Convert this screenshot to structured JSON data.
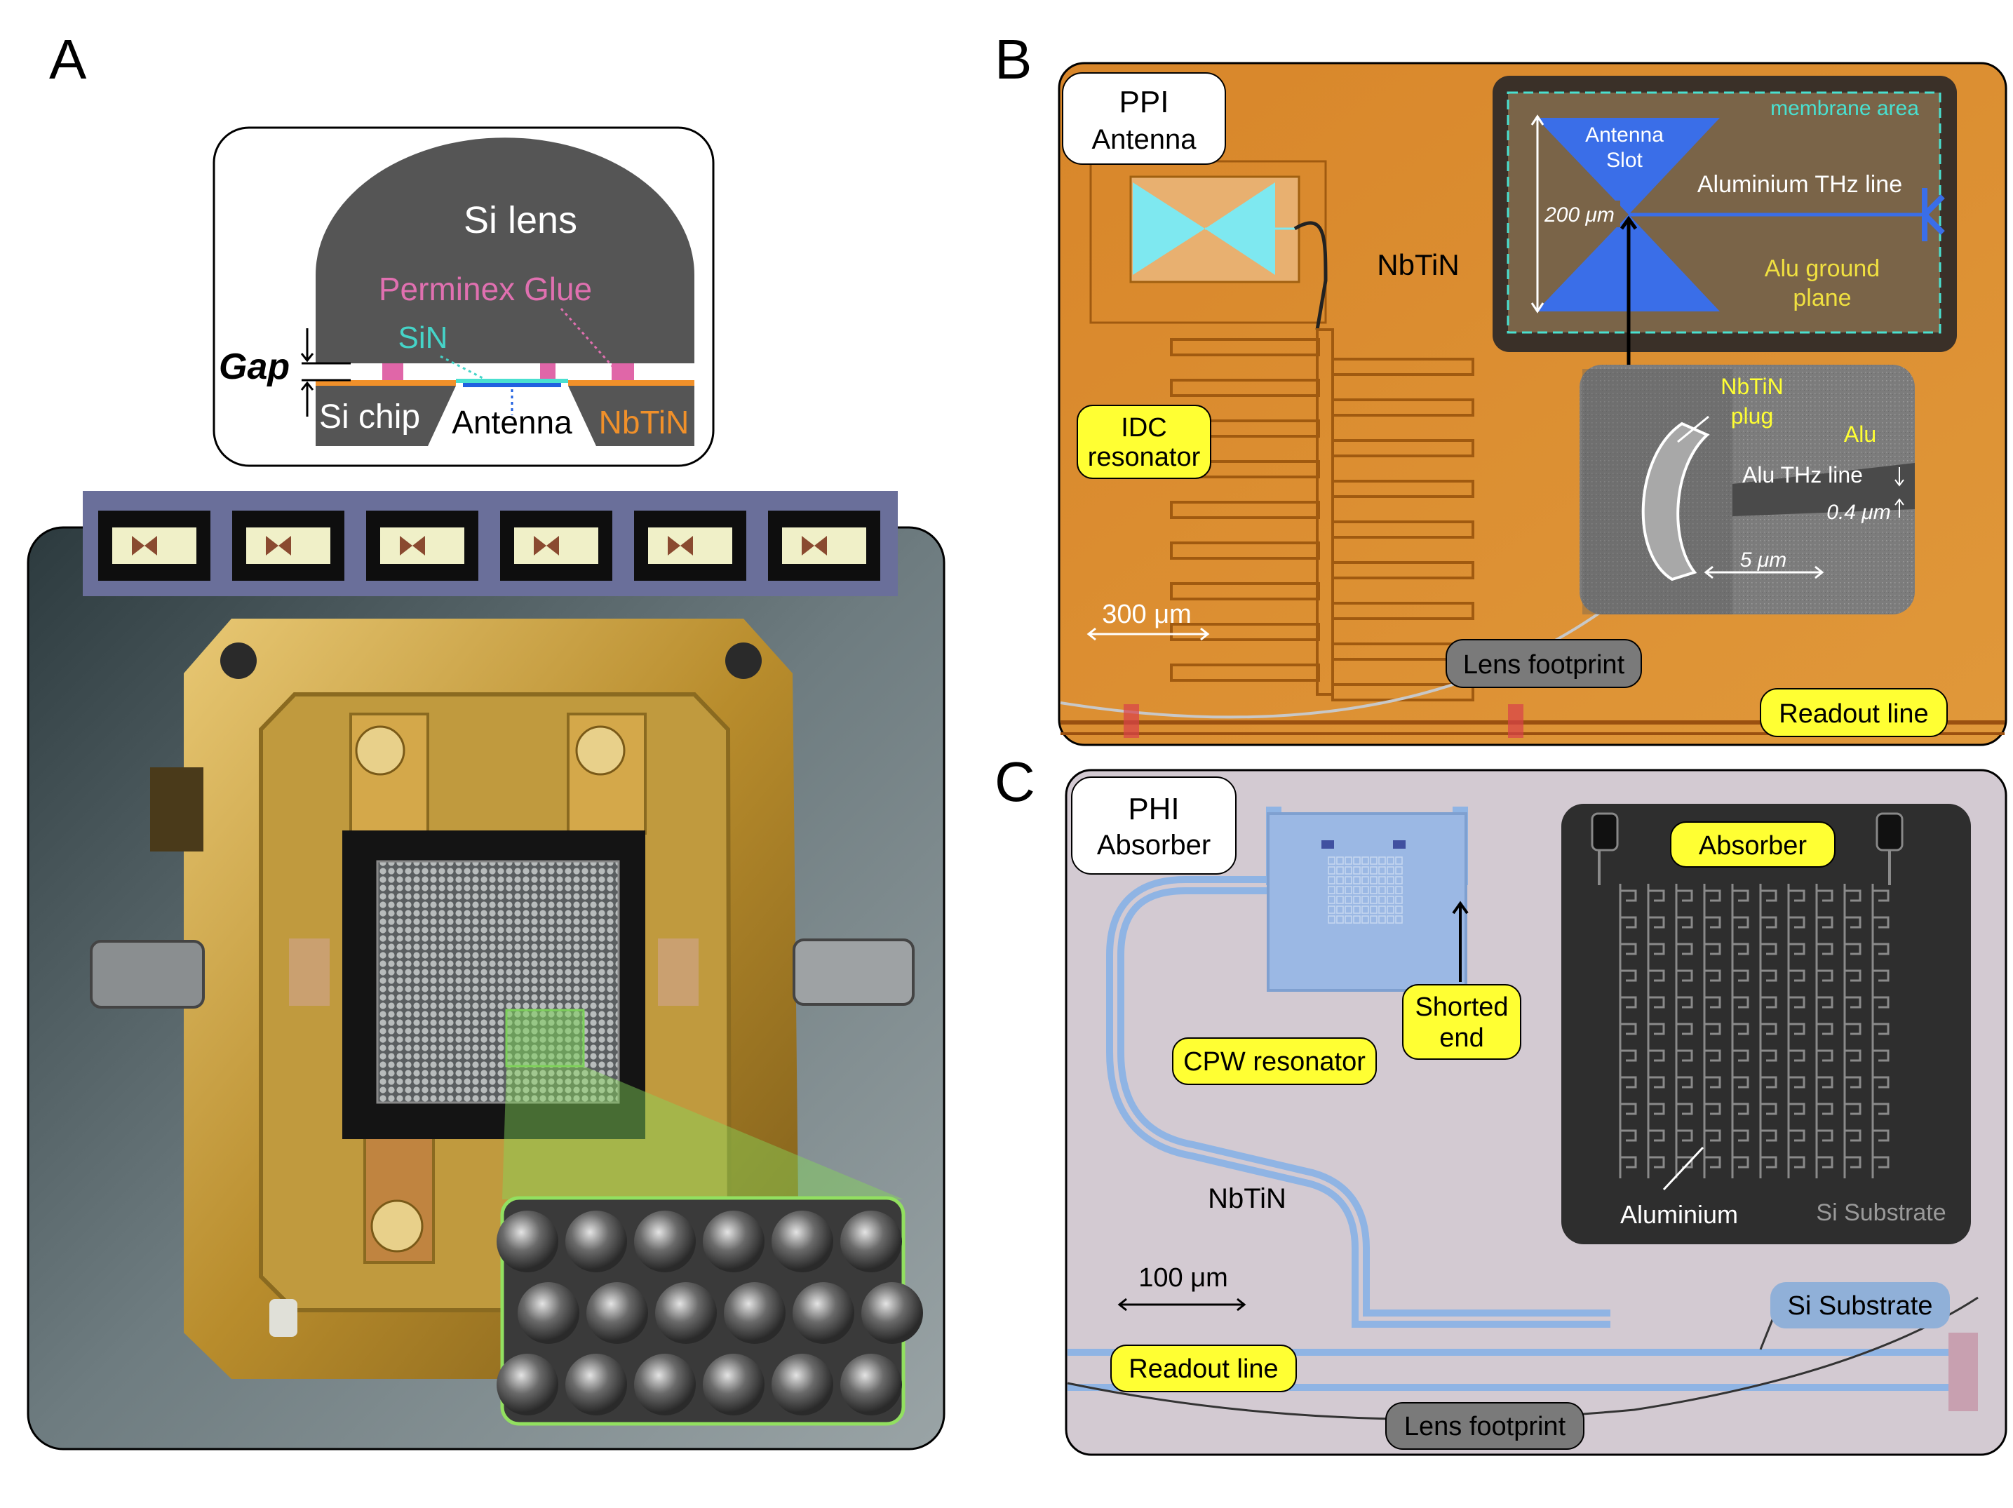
{
  "panel_letters": {
    "a": "A",
    "b": "B",
    "c": "C"
  },
  "panel_a": {
    "schematic": {
      "si_lens": "Si lens",
      "glue": "Perminex Glue",
      "sin": "SiN",
      "gap": "Gap",
      "si_chip": "Si chip",
      "antenna": "Antenna",
      "nbtin": "NbTiN"
    },
    "colors": {
      "glue": "#e066a8",
      "sin": "#49e0d0",
      "nbtin": "#f0902a",
      "antenna": "#2060e0",
      "lens": "#555555"
    }
  },
  "panel_b": {
    "tag_line1": "PPI",
    "tag_line2": "Antenna",
    "nbtin": "NbTiN",
    "idc_line1": "IDC",
    "idc_line2": "resonator",
    "scale": "300 μm",
    "lens_footprint": "Lens footprint",
    "readout": "Readout line",
    "inset_top": {
      "membrane": "membrane area",
      "antenna_l1": "Antenna",
      "antenna_l2": "Slot",
      "dim": "200 μm",
      "thz_line": "Aluminium THz line",
      "ground_l1": "Alu ground",
      "ground_l2": "plane"
    },
    "inset_sem": {
      "plug_l1": "NbTiN",
      "plug_l2": "plug",
      "alu": "Alu",
      "line": "Alu THz line",
      "width": "0.4 μm",
      "scale": "5 μm"
    },
    "colors": {
      "background": "#d98a2a",
      "label": "#ffff33",
      "antenna": "#3a6ee8"
    }
  },
  "panel_c": {
    "tag_line1": "PHI",
    "tag_line2": "Absorber",
    "shorted_l1": "Shorted",
    "shorted_l2": "end",
    "cpw": "CPW resonator",
    "nbtin": "NbTiN",
    "scale": "100 μm",
    "readout": "Readout line",
    "lens_footprint": "Lens footprint",
    "si_substrate": "Si Substrate",
    "inset": {
      "absorber": "Absorber",
      "aluminium": "Aluminium",
      "si_substrate": "Si Substrate"
    },
    "colors": {
      "background": "#d2c8d0",
      "cpw": "#8fb4e4",
      "label": "#ffff33"
    }
  }
}
